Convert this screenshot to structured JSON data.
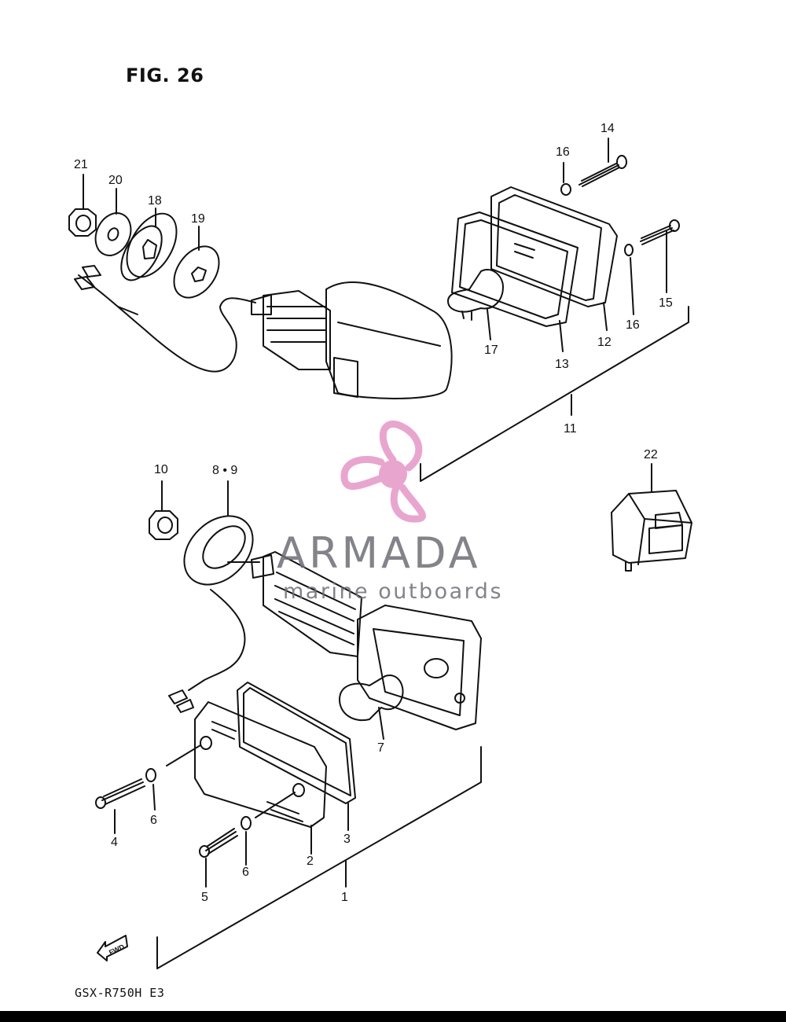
{
  "figure": {
    "title": "FIG. 26",
    "model": "GSX-R750H E3",
    "fwd_label": "FWD"
  },
  "watermark": {
    "brand": "ARMADA",
    "tagline": "marine outboards",
    "colors": {
      "logo_pink": "#e8a6cf",
      "text_gray": "#6e6e76"
    }
  },
  "callouts": [
    "21",
    "20",
    "18",
    "19",
    "14",
    "16",
    "15",
    "16",
    "17",
    "13",
    "12",
    "11",
    "22",
    "10",
    "8 • 9",
    "7",
    "6",
    "4",
    "6",
    "5",
    "2",
    "3",
    "1"
  ]
}
